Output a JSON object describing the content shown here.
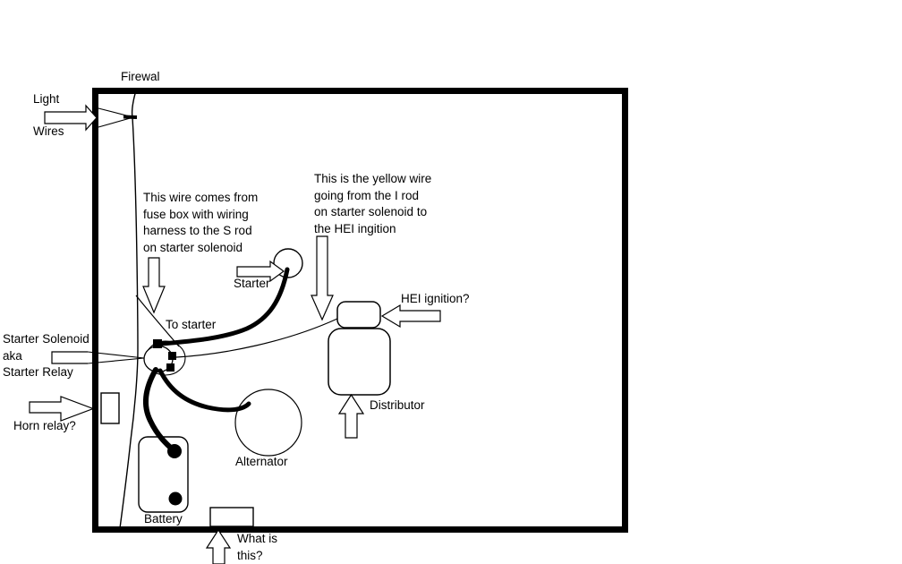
{
  "diagram": {
    "description": "Hand-drawn engine bay wiring diagram (paint sketch)",
    "colors": {
      "line": "#000000",
      "background": "#ffffff"
    },
    "labels": {
      "firewall": "Firewal",
      "light": "Light",
      "wires": "Wires",
      "fuse_wire_note": "This wire comes from\nfuse box with wiring\nharness to the S rod\non starter solenoid",
      "yellow_wire_note": "This is the yellow wire\ngoing from the I rod\non starter solenoid to\nthe HEI ingition",
      "starter": "Starter",
      "to_starter": "To starter",
      "hei_ignition": "HEI ignition?",
      "starter_solenoid": "Starter Solenoid\naka\nStarter Relay",
      "horn_relay": "Horn relay?",
      "distributor": "Distributor",
      "alternator": "Alternator",
      "battery": "Battery",
      "what_is_this": "What is\nthis?"
    },
    "components": [
      "engine-bay-box",
      "firewall-line",
      "starter-solenoid",
      "starter",
      "battery",
      "alternator",
      "distributor",
      "hei-ignition-cap",
      "horn-relay",
      "unknown-component",
      "light-wires",
      "fuse-box-wire",
      "yellow-wire",
      "to-starter-wire",
      "battery-cable",
      "alternator-cable"
    ]
  }
}
